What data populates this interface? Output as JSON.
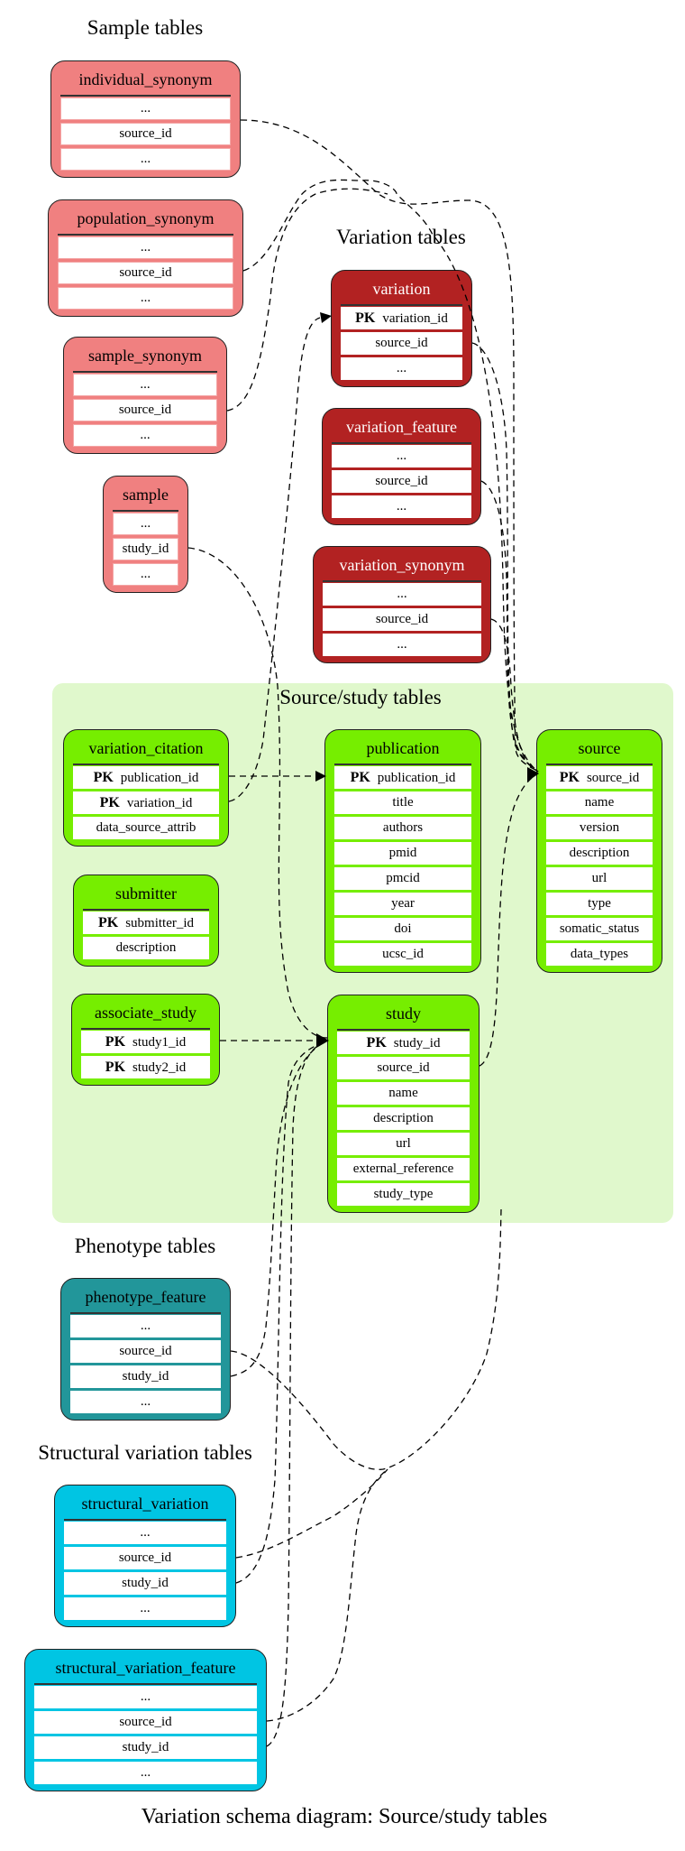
{
  "caption": "Variation schema diagram: Source/study tables",
  "groups": {
    "sample": {
      "title": "Sample tables",
      "color": "#f08080"
    },
    "variation": {
      "title": "Variation tables",
      "color": "#b22222"
    },
    "source": {
      "title": "Source/study tables",
      "color": "#76ee00",
      "background": "#e0f8cc"
    },
    "phenotype": {
      "title": "Phenotype tables",
      "color": "#22969a"
    },
    "structural": {
      "title": "Structural variation tables",
      "color": "#00c5e3"
    }
  },
  "tables": {
    "individual_synonym": {
      "name": "individual_synonym",
      "rows": [
        {
          "label": "..."
        },
        {
          "label": "source_id"
        },
        {
          "label": "..."
        }
      ]
    },
    "population_synonym": {
      "name": "population_synonym",
      "rows": [
        {
          "label": "..."
        },
        {
          "label": "source_id"
        },
        {
          "label": "..."
        }
      ]
    },
    "sample_synonym": {
      "name": "sample_synonym",
      "rows": [
        {
          "label": "..."
        },
        {
          "label": "source_id"
        },
        {
          "label": "..."
        }
      ]
    },
    "sample": {
      "name": "sample",
      "rows": [
        {
          "label": "..."
        },
        {
          "label": "study_id"
        },
        {
          "label": "..."
        }
      ]
    },
    "variation": {
      "name": "variation",
      "rows": [
        {
          "pk": "PK",
          "label": "variation_id"
        },
        {
          "label": "source_id"
        },
        {
          "label": "..."
        }
      ]
    },
    "variation_feature": {
      "name": "variation_feature",
      "rows": [
        {
          "label": "..."
        },
        {
          "label": "source_id"
        },
        {
          "label": "..."
        }
      ]
    },
    "variation_synonym": {
      "name": "variation_synonym",
      "rows": [
        {
          "label": "..."
        },
        {
          "label": "source_id"
        },
        {
          "label": "..."
        }
      ]
    },
    "variation_citation": {
      "name": "variation_citation",
      "rows": [
        {
          "pk": "PK",
          "label": "publication_id"
        },
        {
          "pk": "PK",
          "label": "variation_id"
        },
        {
          "label": "data_source_attrib"
        }
      ]
    },
    "submitter": {
      "name": "submitter",
      "rows": [
        {
          "pk": "PK",
          "label": "submitter_id"
        },
        {
          "label": "description"
        }
      ]
    },
    "associate_study": {
      "name": "associate_study",
      "rows": [
        {
          "pk": "PK",
          "label": "study1_id"
        },
        {
          "pk": "PK",
          "label": "study2_id"
        }
      ]
    },
    "publication": {
      "name": "publication",
      "rows": [
        {
          "pk": "PK",
          "label": "publication_id"
        },
        {
          "label": "title"
        },
        {
          "label": "authors"
        },
        {
          "label": "pmid"
        },
        {
          "label": "pmcid"
        },
        {
          "label": "year"
        },
        {
          "label": "doi"
        },
        {
          "label": "ucsc_id"
        }
      ]
    },
    "study": {
      "name": "study",
      "rows": [
        {
          "pk": "PK",
          "label": "study_id"
        },
        {
          "label": "source_id"
        },
        {
          "label": "name"
        },
        {
          "label": "description"
        },
        {
          "label": "url"
        },
        {
          "label": "external_reference"
        },
        {
          "label": "study_type"
        }
      ]
    },
    "source": {
      "name": "source",
      "rows": [
        {
          "pk": "PK",
          "label": "source_id"
        },
        {
          "label": "name"
        },
        {
          "label": "version"
        },
        {
          "label": "description"
        },
        {
          "label": "url"
        },
        {
          "label": "type"
        },
        {
          "label": "somatic_status"
        },
        {
          "label": "data_types"
        }
      ]
    },
    "phenotype_feature": {
      "name": "phenotype_feature",
      "rows": [
        {
          "label": "..."
        },
        {
          "label": "source_id"
        },
        {
          "label": "study_id"
        },
        {
          "label": "..."
        }
      ]
    },
    "structural_variation": {
      "name": "structural_variation",
      "rows": [
        {
          "label": "..."
        },
        {
          "label": "source_id"
        },
        {
          "label": "study_id"
        },
        {
          "label": "..."
        }
      ]
    },
    "structural_variation_feature": {
      "name": "structural_variation_feature",
      "rows": [
        {
          "label": "..."
        },
        {
          "label": "source_id"
        },
        {
          "label": "study_id"
        },
        {
          "label": "..."
        }
      ]
    }
  },
  "relationships": [
    {
      "from": "individual_synonym.source_id",
      "to": "source.source_id"
    },
    {
      "from": "population_synonym.source_id",
      "to": "source.source_id"
    },
    {
      "from": "sample_synonym.source_id",
      "to": "source.source_id"
    },
    {
      "from": "sample.study_id",
      "to": "study.study_id"
    },
    {
      "from": "variation.source_id",
      "to": "source.source_id"
    },
    {
      "from": "variation_feature.source_id",
      "to": "source.source_id"
    },
    {
      "from": "variation_synonym.source_id",
      "to": "source.source_id"
    },
    {
      "from": "variation_citation.publication_id",
      "to": "publication.publication_id"
    },
    {
      "from": "variation_citation.variation_id",
      "to": "variation.variation_id"
    },
    {
      "from": "associate_study.study1_id",
      "to": "study.study_id"
    },
    {
      "from": "study.source_id",
      "to": "source.source_id"
    },
    {
      "from": "phenotype_feature.source_id",
      "to": "source.source_id"
    },
    {
      "from": "phenotype_feature.study_id",
      "to": "study.study_id"
    },
    {
      "from": "structural_variation.source_id",
      "to": "source.source_id"
    },
    {
      "from": "structural_variation.study_id",
      "to": "study.study_id"
    },
    {
      "from": "structural_variation_feature.source_id",
      "to": "source.source_id"
    },
    {
      "from": "structural_variation_feature.study_id",
      "to": "study.study_id"
    }
  ]
}
